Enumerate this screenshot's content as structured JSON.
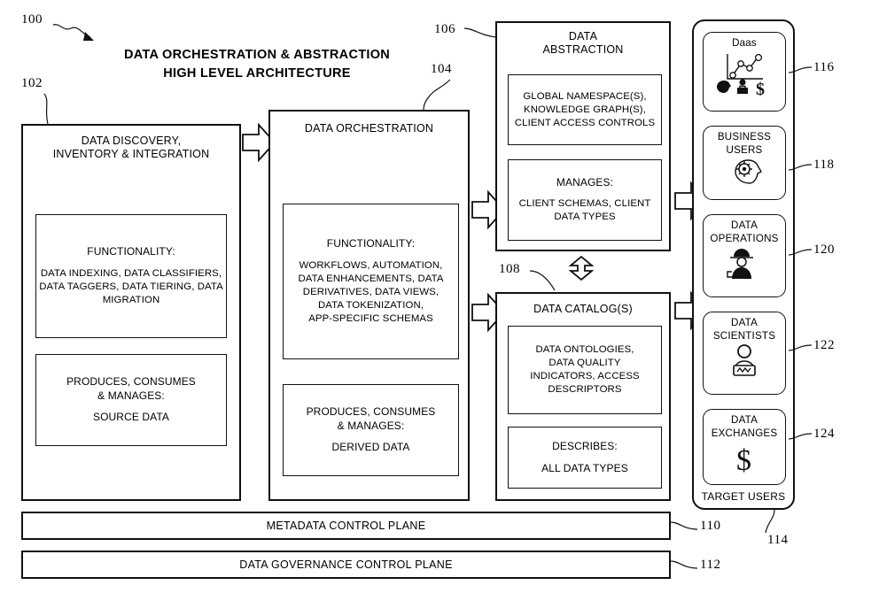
{
  "figure": {
    "title_line1": "DATA ORCHESTRATION & ABSTRACTION",
    "title_line2": "HIGH LEVEL ARCHITECTURE",
    "ref_figure": "100"
  },
  "refs": {
    "figure": "100",
    "discovery": "102",
    "orchestration": "104",
    "abstraction": "106",
    "catalog": "108",
    "metadata_plane": "110",
    "governance_plane": "112",
    "target_users": "114",
    "daas": "116",
    "business_users": "118",
    "data_operations": "120",
    "data_scientists": "122",
    "data_exchanges": "124"
  },
  "discovery": {
    "header_line1": "DATA DISCOVERY,",
    "header_line2": "INVENTORY & INTEGRATION",
    "functionality": {
      "label": "FUNCTIONALITY:",
      "line1": "DATA INDEXING, DATA CLASSIFIERS,",
      "line2": "DATA TAGGERS, DATA TIERING, DATA",
      "line3": "MIGRATION"
    },
    "manages": {
      "line1": "PRODUCES, CONSUMES",
      "line2": "& MANAGES:",
      "value": "SOURCE DATA"
    }
  },
  "orchestration": {
    "header": "DATA ORCHESTRATION",
    "functionality": {
      "label": "FUNCTIONALITY:",
      "line1": "WORKFLOWS, AUTOMATION,",
      "line2": "DATA ENHANCEMENTS, DATA",
      "line3": "DERIVATIVES, DATA VIEWS,",
      "line4": "DATA TOKENIZATION,",
      "line5": "APP-SPECIFIC SCHEMAS"
    },
    "manages": {
      "line1": "PRODUCES, CONSUMES",
      "line2": "& MANAGES:",
      "value": "DERIVED DATA"
    }
  },
  "abstraction": {
    "header_line1": "DATA",
    "header_line2": "ABSTRACTION",
    "capabilities": {
      "line1": "GLOBAL NAMESPACE(S),",
      "line2": "KNOWLEDGE GRAPH(S),",
      "line3": "CLIENT ACCESS CONTROLS"
    },
    "manages": {
      "label": "MANAGES:",
      "line1": "CLIENT SCHEMAS, CLIENT",
      "line2": "DATA TYPES"
    }
  },
  "catalog": {
    "header": "DATA CATALOG(S)",
    "contents": {
      "line1": "DATA ONTOLOGIES,",
      "line2": "DATA QUALITY",
      "line3": "INDICATORS, ACCESS",
      "line4": "DESCRIPTORS"
    },
    "describes": {
      "label": "DESCRIBES:",
      "value": "ALL DATA TYPES"
    }
  },
  "target_users": {
    "caption": "TARGET USERS",
    "cards": [
      {
        "label_line1": "Daas",
        "label_line2": "",
        "icon": "chart-people-dollar-icon"
      },
      {
        "label_line1": "BUSINESS",
        "label_line2": "USERS",
        "icon": "head-gears-icon"
      },
      {
        "label_line1": "DATA",
        "label_line2": "OPERATIONS",
        "icon": "worker-helmet-icon"
      },
      {
        "label_line1": "DATA",
        "label_line2": "SCIENTISTS",
        "icon": "person-laptop-icon"
      },
      {
        "label_line1": "DATA",
        "label_line2": "EXCHANGES",
        "icon": "dollar-sign-icon"
      }
    ]
  },
  "planes": {
    "metadata": "METADATA CONTROL PLANE",
    "governance": "DATA GOVERNANCE CONTROL PLANE"
  }
}
